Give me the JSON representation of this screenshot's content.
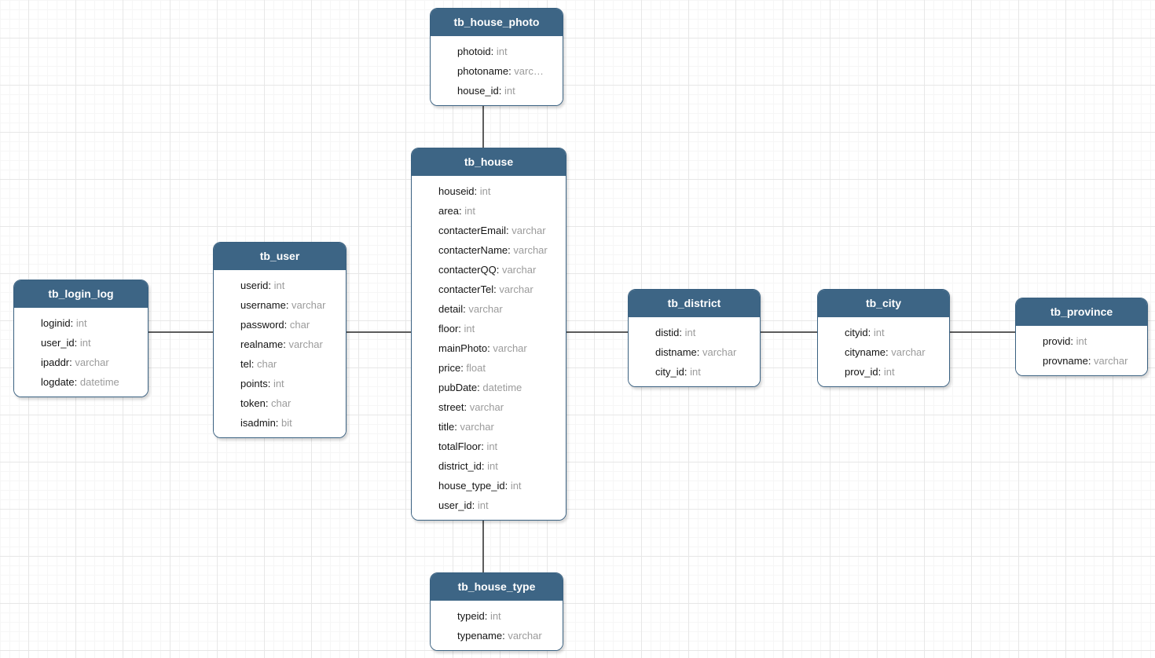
{
  "separator": ": ",
  "palette": {
    "header_fill": "#3d6585",
    "header_text": "#ffffff",
    "entity_border": "#3a6181",
    "field_name_color": "#141414",
    "field_type_color": "#9b9b9b",
    "connector_color": "#5c5c5c",
    "grid_minor_color": "#f6f6f6",
    "grid_major_color": "#e7e7e7",
    "canvas_background": "#ffffff"
  },
  "tables": [
    {
      "title": "tb_house_photo",
      "fields": [
        {
          "name": "photoid",
          "type": "int"
        },
        {
          "name": "photoname",
          "type": "varc…"
        },
        {
          "name": "house_id",
          "type": "int"
        }
      ]
    },
    {
      "title": "tb_house",
      "fields": [
        {
          "name": "houseid",
          "type": "int"
        },
        {
          "name": "area",
          "type": "int"
        },
        {
          "name": "contacterEmail",
          "type": "varchar"
        },
        {
          "name": "contacterName",
          "type": "varchar"
        },
        {
          "name": "contacterQQ",
          "type": "varchar"
        },
        {
          "name": "contacterTel",
          "type": "varchar"
        },
        {
          "name": "detail",
          "type": "varchar"
        },
        {
          "name": "floor",
          "type": "int"
        },
        {
          "name": "mainPhoto",
          "type": "varchar"
        },
        {
          "name": "price",
          "type": "float"
        },
        {
          "name": "pubDate",
          "type": "datetime"
        },
        {
          "name": "street",
          "type": "varchar"
        },
        {
          "name": "title",
          "type": "varchar"
        },
        {
          "name": "totalFloor",
          "type": "int"
        },
        {
          "name": "district_id",
          "type": "int"
        },
        {
          "name": "house_type_id",
          "type": "int"
        },
        {
          "name": "user_id",
          "type": "int"
        }
      ]
    },
    {
      "title": "tb_user",
      "fields": [
        {
          "name": "userid",
          "type": "int"
        },
        {
          "name": "username",
          "type": "varchar"
        },
        {
          "name": "password",
          "type": "char"
        },
        {
          "name": "realname",
          "type": "varchar"
        },
        {
          "name": "tel",
          "type": "char"
        },
        {
          "name": "points",
          "type": "int"
        },
        {
          "name": "token",
          "type": "char"
        },
        {
          "name": "isadmin",
          "type": "bit"
        }
      ]
    },
    {
      "title": "tb_login_log",
      "fields": [
        {
          "name": "loginid",
          "type": "int"
        },
        {
          "name": "user_id",
          "type": "int"
        },
        {
          "name": "ipaddr",
          "type": "varchar"
        },
        {
          "name": "logdate",
          "type": "datetime"
        }
      ]
    },
    {
      "title": "tb_district",
      "fields": [
        {
          "name": "distid",
          "type": "int"
        },
        {
          "name": "distname",
          "type": "varchar"
        },
        {
          "name": "city_id",
          "type": "int"
        }
      ]
    },
    {
      "title": "tb_city",
      "fields": [
        {
          "name": "cityid",
          "type": "int"
        },
        {
          "name": "cityname",
          "type": "varchar"
        },
        {
          "name": "prov_id",
          "type": "int"
        }
      ]
    },
    {
      "title": "tb_province",
      "fields": [
        {
          "name": "provid",
          "type": "int"
        },
        {
          "name": "provname",
          "type": "varchar"
        }
      ]
    },
    {
      "title": "tb_house_type",
      "fields": [
        {
          "name": "typeid",
          "type": "int"
        },
        {
          "name": "typename",
          "type": "varchar"
        }
      ]
    }
  ],
  "connections": [
    {
      "from": "tb_house_photo",
      "to": "tb_house",
      "orientation": "vertical"
    },
    {
      "from": "tb_house",
      "to": "tb_house_type",
      "orientation": "vertical"
    },
    {
      "from": "tb_login_log",
      "to": "tb_user",
      "orientation": "horizontal"
    },
    {
      "from": "tb_user",
      "to": "tb_house",
      "orientation": "horizontal"
    },
    {
      "from": "tb_house",
      "to": "tb_district",
      "orientation": "horizontal"
    },
    {
      "from": "tb_district",
      "to": "tb_city",
      "orientation": "horizontal"
    },
    {
      "from": "tb_city",
      "to": "tb_province",
      "orientation": "horizontal"
    }
  ]
}
